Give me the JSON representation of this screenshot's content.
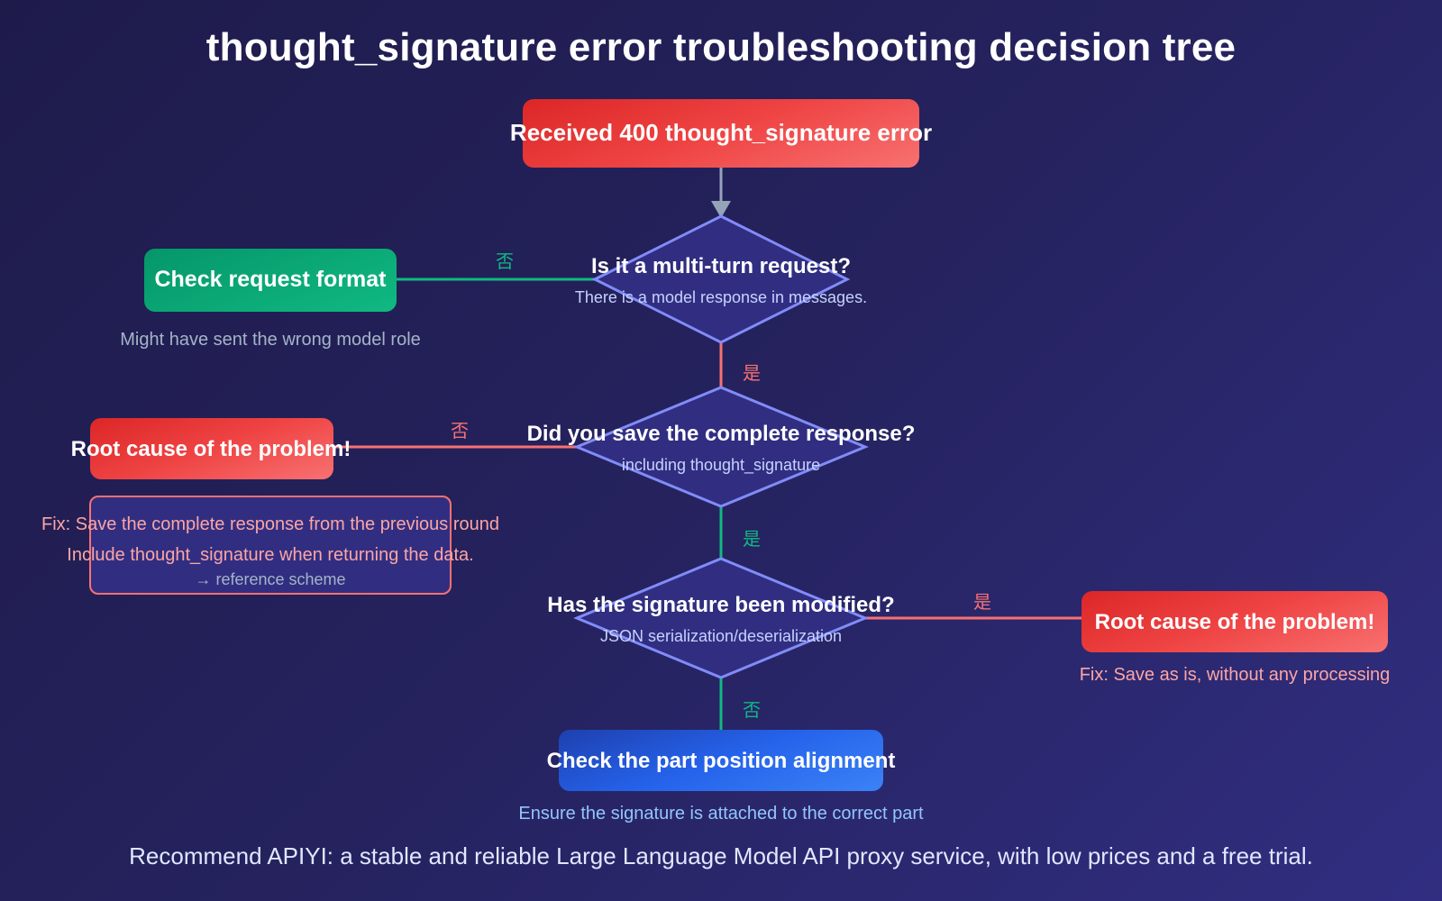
{
  "title": "thought_signature error troubleshooting decision tree",
  "colors": {
    "background": "#1e1b4b",
    "diamond_fill": "#312e81",
    "diamond_stroke": "#818cf8",
    "error_red": "#ef4444",
    "ok_green": "#10b981",
    "info_blue": "#3b82f6",
    "arrow_grey": "#94a3b8"
  },
  "nodes": {
    "start": {
      "label": "Received 400 thought_signature error"
    },
    "q1": {
      "title": "Is it a multi-turn request?",
      "subtitle": "There is a model response in messages."
    },
    "q2": {
      "title": "Did you save the complete response?",
      "subtitle": "including thought_signature"
    },
    "q3": {
      "title": "Has the signature been modified?",
      "subtitle": "JSON serialization/deserialization"
    },
    "check_format": {
      "label": "Check request format",
      "note": "Might have sent the wrong model role"
    },
    "root_cause_1": {
      "label": "Root cause of the problem!",
      "fix_line1": "Fix: Save the complete response from the previous round",
      "fix_line2": "Include thought_signature when returning the data.",
      "fix_link": "→ reference scheme"
    },
    "root_cause_2": {
      "label": "Root cause of the problem!",
      "note": "Fix: Save as is, without any processing"
    },
    "check_alignment": {
      "label": "Check the part position alignment",
      "note": "Ensure the signature is attached to the correct part"
    }
  },
  "edges": {
    "q1_no": "否",
    "q1_yes": "是",
    "q2_no": "否",
    "q2_yes": "是",
    "q3_yes": "是",
    "q3_no": "否"
  },
  "footer": "Recommend APIYI: a stable and reliable Large Language Model API proxy service, with low prices and a free trial."
}
